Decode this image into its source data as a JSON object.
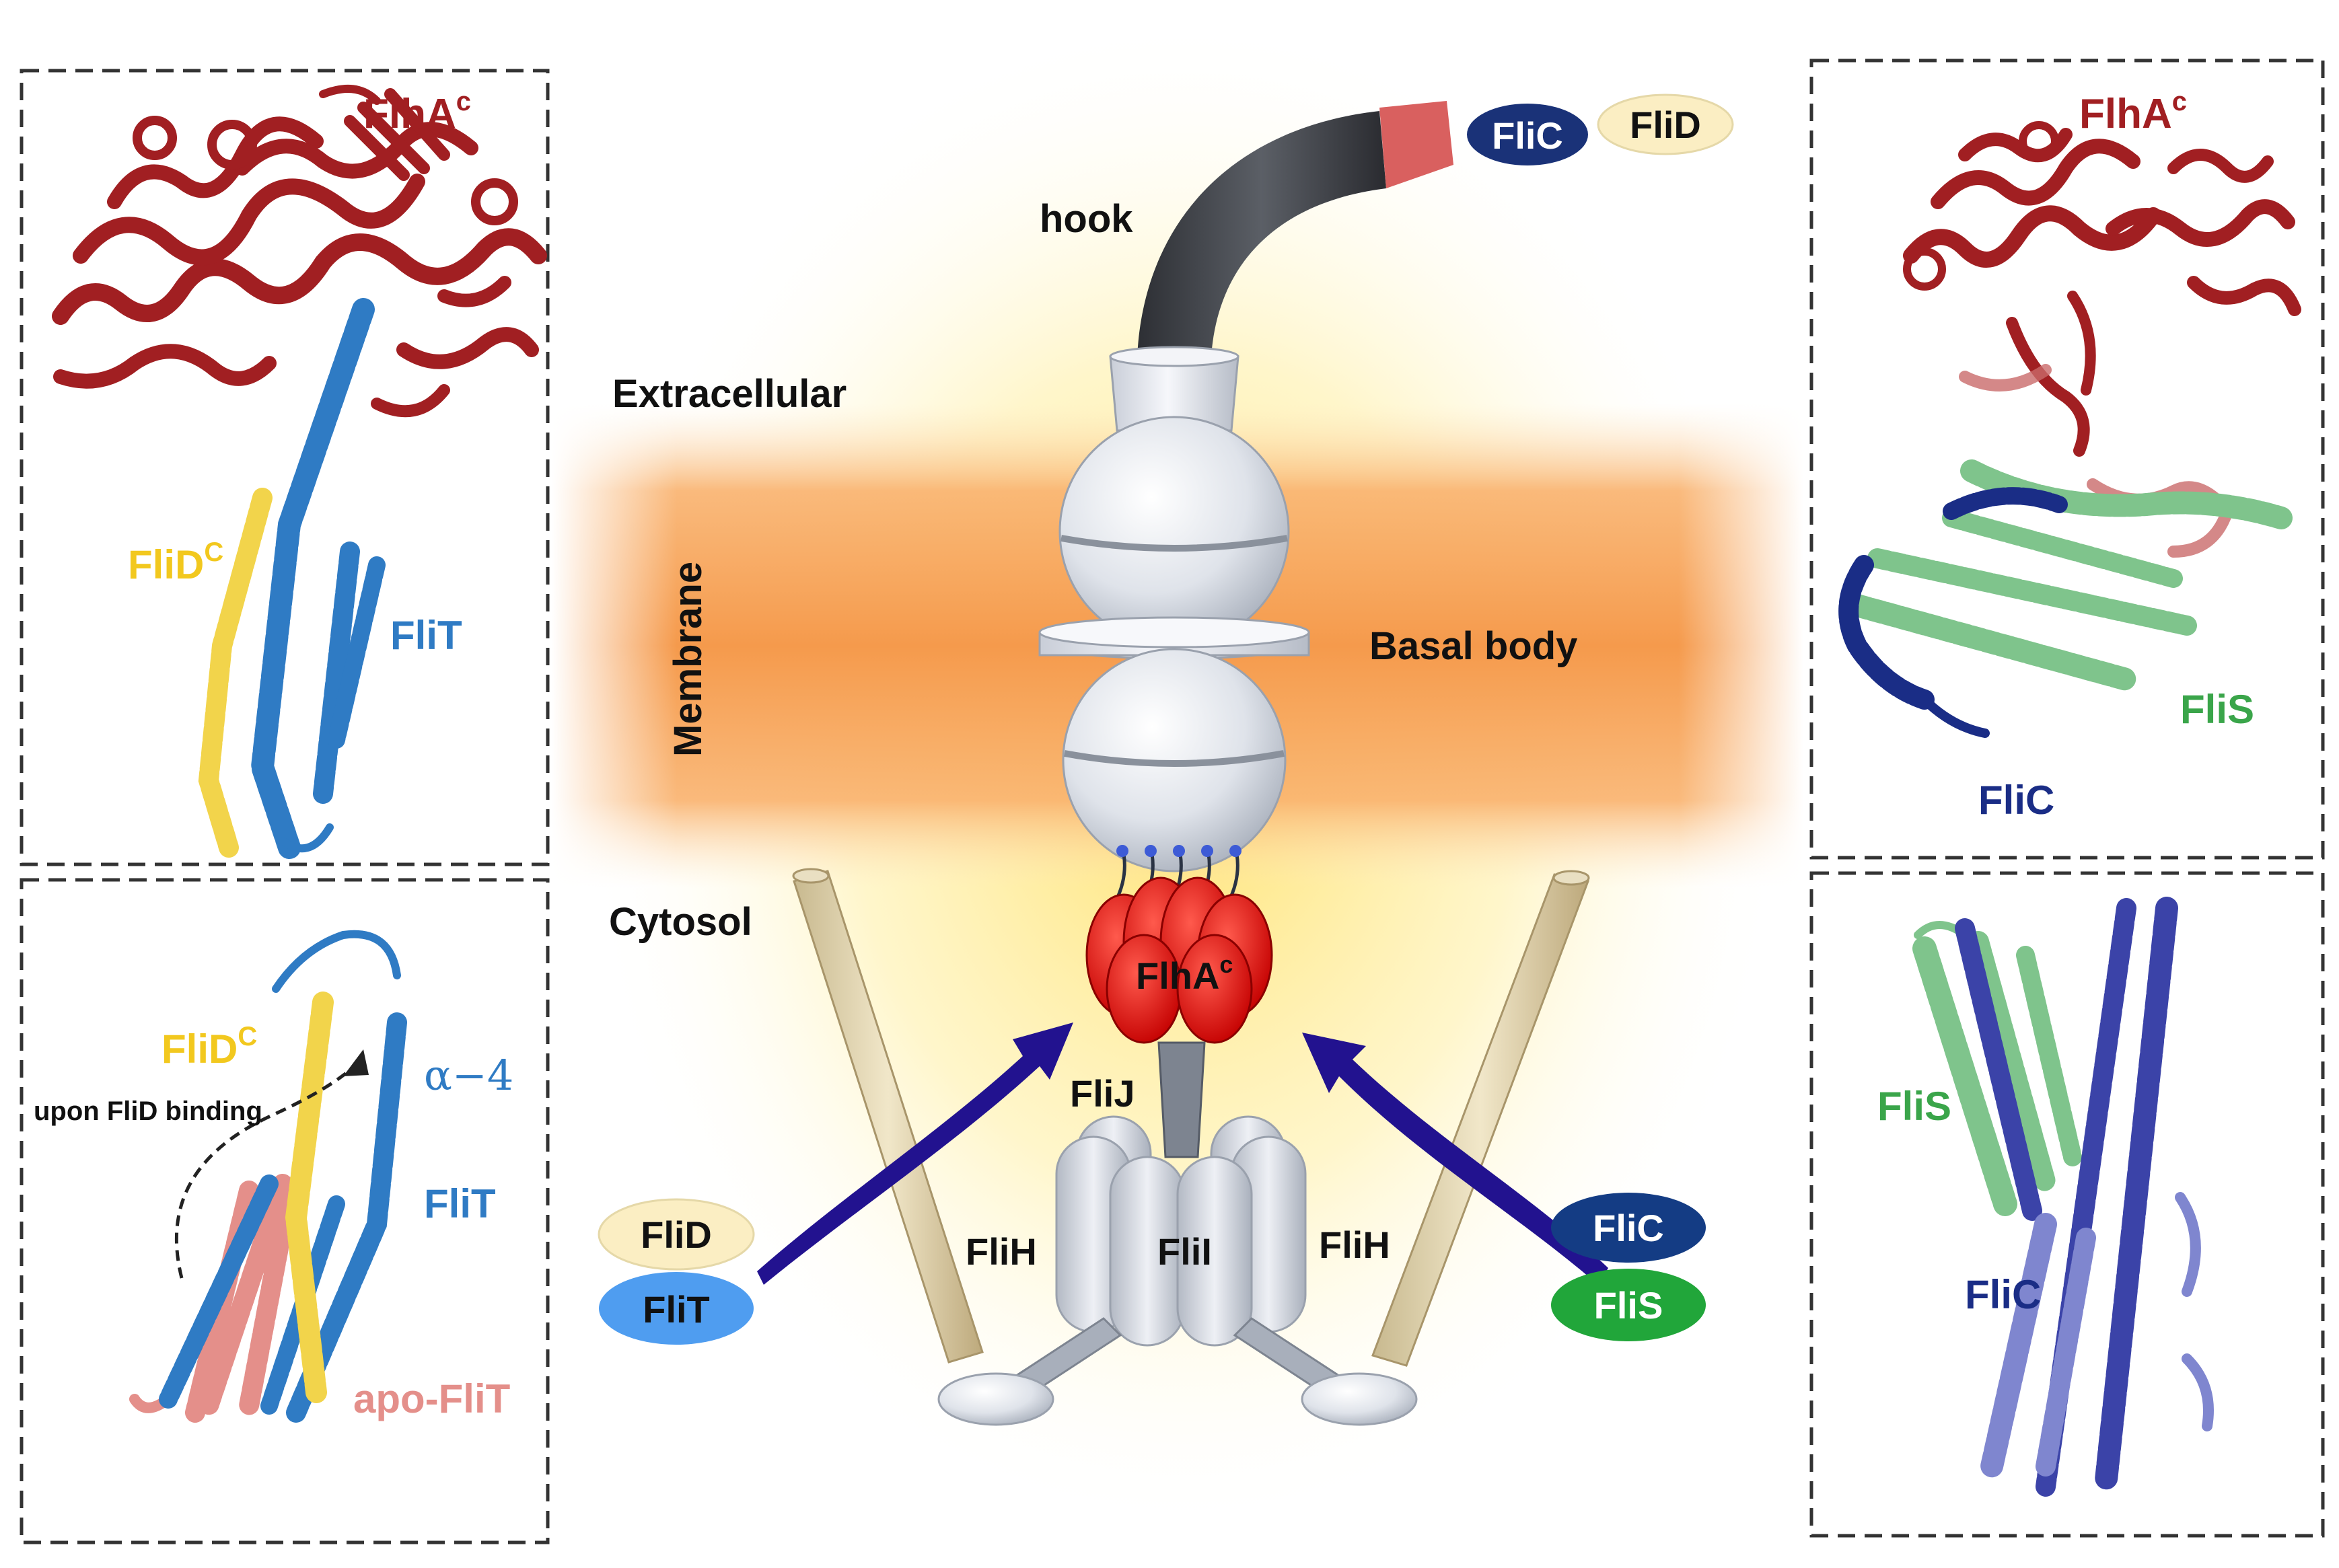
{
  "panels": {
    "top_left": {
      "label_flha": "FlhA",
      "label_flha_sup": "c",
      "label_flid": "FliD",
      "label_flid_sup": "C",
      "label_flit": "FliT"
    },
    "bottom_left": {
      "label_flid": "FliD",
      "label_flid_sup": "C",
      "label_alpha": "α−4",
      "label_binding": "upon FliD binding",
      "label_flit": "FliT",
      "label_apo": "apo-FliT"
    },
    "top_right": {
      "label_flha": "FlhA",
      "label_flha_sup": "c",
      "label_flis": "FliS",
      "label_flic": "FliC"
    },
    "bottom_right": {
      "label_flis": "FliS",
      "label_flic": "FliC"
    }
  },
  "center": {
    "label_hook": "hook",
    "label_extracellular": "Extracellular",
    "label_membrane": "Membrane",
    "label_basal_body": "Basal body",
    "label_cytosol": "Cytosol",
    "label_flha": "FlhA",
    "label_flha_sup": "c",
    "label_flij": "FliJ",
    "label_flih_left": "FliH",
    "label_flii": "FliI",
    "label_flih_right": "FliH",
    "badge_flic_top": "FliC",
    "badge_flid_top": "FliD",
    "badge_flid_left": "FliD",
    "badge_flit_left": "FliT",
    "badge_flic_right": "FliC",
    "badge_flis_right": "FliS"
  },
  "colors": {
    "flha_red": "#a11f22",
    "flit_blue": "#2f7bc4",
    "flid_yellow": "#f2d44b",
    "flis_green": "#3aa54a",
    "flic_navy": "#1a2d86",
    "apo_pink": "#e48f8a",
    "membrane_orange": "#f7a65a",
    "arrow_indigo": "#22128f"
  }
}
